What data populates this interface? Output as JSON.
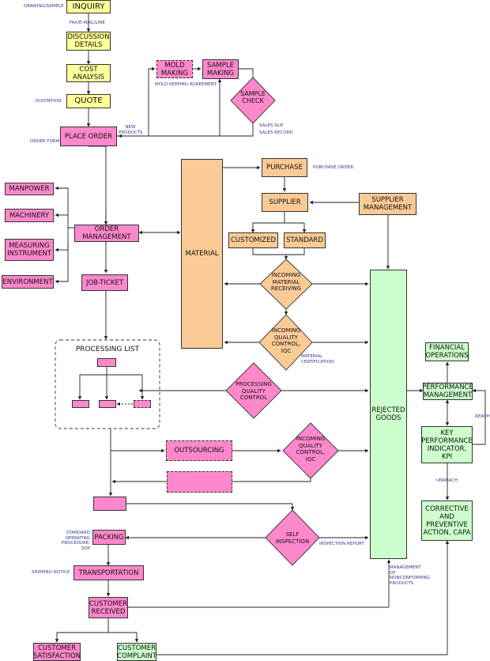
{
  "boxes": {
    "inquiry": "INQUIRY",
    "discussion": "DISCUSSION DETAILS",
    "cost": "COST ANALYSIS",
    "quote": "QUOTE",
    "place_order": "PLACE ORDER",
    "mold_making": "MOLD MAKING",
    "sample_making": "SAMPLE MAKING",
    "manpower": "MANPOWER",
    "machinery": "MACHINERY",
    "measuring": "MEASURING INSTRUMENT",
    "environment": "ENVIRONMENT",
    "order_mgmt": "ORDER MANAGEMENT",
    "job_ticket": "JOB-TICKET",
    "material": "MATERIAL",
    "purchase": "PURCHASE",
    "supplier": "SUPPLIER",
    "supplier_mgmt": "SUPPLIER MANAGEMENT",
    "customized": "CUSTOMIZED",
    "standard": "STANDARD",
    "rejected": "REJECTED GOODS",
    "financial": "FINANCIAL OPERATIONS",
    "performance": "PERFORMANCE MANAGEMENT",
    "kpi": "KEY PERFORMANCE INDICATOR, KPI",
    "capa": "CORRECTIVE AND PREVENTIVE ACTION, CAPA",
    "outsourcing": "OUTSOURCING",
    "packing": "PACKING",
    "transportation": "TRANSPORTATION",
    "customer_received": "CUSTOMER RECEIVED",
    "customer_satisfaction": "CUSTOMER SATISFACTION",
    "customer_complaint": "CUSTOMER COMPLAINT"
  },
  "diamonds": {
    "sample_check": "SAMPLE CHECK",
    "incoming_material": "INCOMING MATERIAL RECEIVING",
    "iqc1": "INCOMING QUALITY CONTROL, IQC",
    "pqc": "PROCESSING QUALITY CONTROL",
    "iqc2": "INCOMING QUALITY CONTROL, IQC",
    "self_inspection": "SELF INSPECTION"
  },
  "group": {
    "processing_list": "PROCESSING LIST"
  },
  "labels": {
    "drawing_sample": "DRAWING/SAMPLE",
    "fax_mail": "FAX/E-MAIL/LINE",
    "quotation": "QUOTATION",
    "order_form": "ORDER FORM",
    "new_products": "NEW PRODUCTS",
    "mold_keeping": "MOLD KEEPING AGREEMENT",
    "sales_slip": "SALES SLIP",
    "sales_record": "SALES RECORD",
    "purchase_order": "PURCHASE ORDER",
    "material_cert": "MATERIAL CERTIFICATION",
    "reach": "REACH",
    "unreach": "UNREACH",
    "sop": "STANDARD OPERATING PROCEDURE, SOP",
    "inspection_report": "INSPECTION REPORT",
    "shipping_notice": "SHIPPING NOTICE",
    "nonconforming": "MANAGEMENT OF NONCONFORMING PRODUCTS"
  },
  "colors": {
    "yellow": "#ffff99",
    "pink": "#ff88cc",
    "orange": "#fbcb96",
    "green": "#ccffcc",
    "label": "#333b8a"
  }
}
